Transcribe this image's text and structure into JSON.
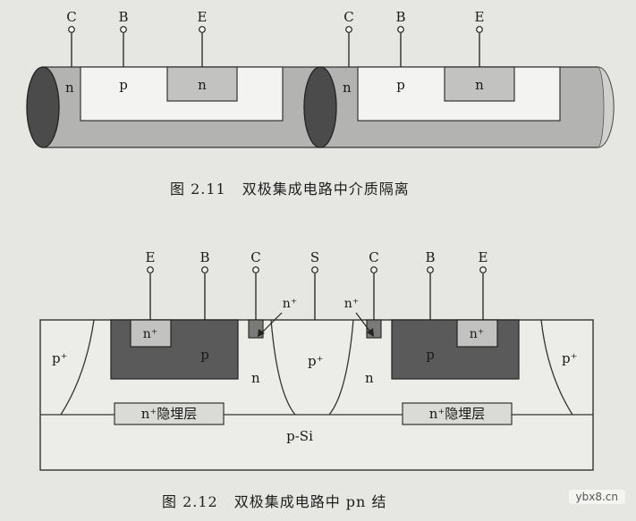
{
  "fig11": {
    "terminals": [
      "C",
      "B",
      "E"
    ],
    "regions": {
      "collector": "n",
      "base": "p",
      "emitter": "n"
    },
    "caption_number": "图 2.11",
    "caption_text": "双极集成电路中介质隔离"
  },
  "fig12": {
    "terminals": [
      "E",
      "B",
      "C",
      "S",
      "C",
      "B",
      "E"
    ],
    "emitter_label": "n⁺",
    "base_label": "p",
    "collector_label": "n",
    "contact_label": "n⁺",
    "isolation_label": "p⁺",
    "buried_layer_label": "n⁺隐埋层",
    "substrate_label": "p-Si",
    "caption_number": "图 2.12",
    "caption_text": "双极集成电路中 pn 结"
  },
  "watermark": "ybx8.cn",
  "colors": {
    "background": "#e6e6e3",
    "cylinder_body": "#b3b3b1",
    "cylinder_end": "#4b4b4b",
    "base_dark": "#5a5a5a",
    "emitter_light": "#c2c2c0",
    "buried_layer": "#dadad6"
  }
}
